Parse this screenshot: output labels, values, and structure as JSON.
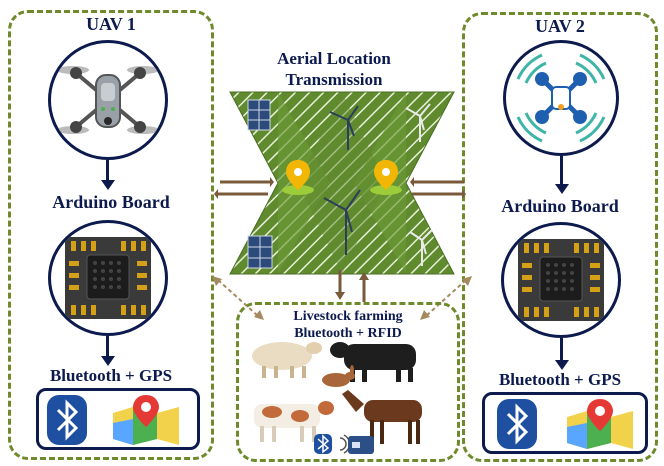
{
  "left_panel": {
    "uav_label": "UAV 1",
    "board_label": "Arduino Board",
    "comm_label": "Bluetooth + GPS"
  },
  "right_panel": {
    "uav_label": "UAV 2",
    "board_label": "Arduino Board",
    "comm_label": "Bluetooth + GPS"
  },
  "center": {
    "title_line1": "Aerial Location",
    "title_line2": "Transmission"
  },
  "livestock": {
    "title_line1": "Livestock farming",
    "title_line2": "Bluetooth + RFID"
  },
  "colors": {
    "navy": "#0c1a4d",
    "panel_border": "#6e8a2a",
    "field_green": "#5f8a2e",
    "arrow_brown": "#7a5a3a",
    "bluetooth_blue": "#1f4fa0"
  }
}
